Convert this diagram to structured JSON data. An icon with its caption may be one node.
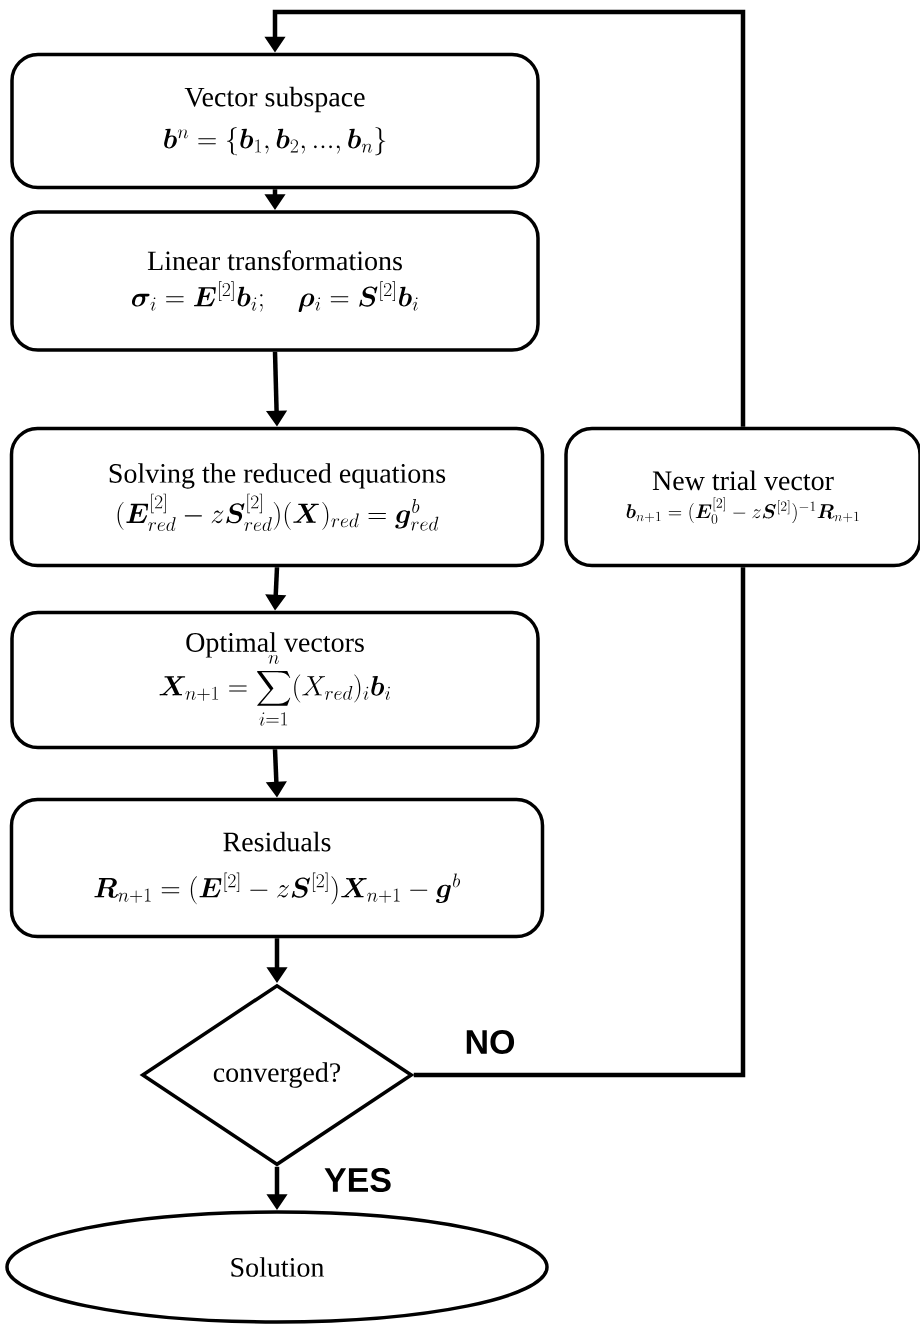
{
  "diagram": {
    "nodes": [
      {
        "text": [
          "Vector subspace",
          "\\boldsymbol{b}^n=\\{\\boldsymbol{b}_1,\\boldsymbol{b}_2,...,\\boldsymbol{b}_n\\}"
        ]
      },
      {
        "text": [
          "Linear transformations",
          "\\boldsymbol{\\sigma}_i=\\boldsymbol{E}^{[2]}\\boldsymbol{b}_i;\\quad\\boldsymbol{\\rho}_i=\\boldsymbol{S}^{[2]}\\boldsymbol{b}_i"
        ]
      },
      {
        "text": [
          "Solving the reduced equations",
          "(\\boldsymbol{E}^{[2]}_{red}-z\\boldsymbol{S}^{[2]}_{red})(\\boldsymbol{X})_{red}=\\boldsymbol{g}^{b}_{red}"
        ]
      },
      {
        "text": [
          "New trial vector",
          "\\boldsymbol{b}_{n+1}=(\\boldsymbol{E}^{[2]}_0-z\\boldsymbol{S}^{[2]})^{-1}\\boldsymbol{R}_{n+1}"
        ]
      },
      {
        "text": [
          "Optimal vectors",
          "\\boldsymbol{X}_{n+1}=\\sum_{i=1}^{n}(X_{red})_i\\boldsymbol{b}_i"
        ]
      },
      {
        "text": [
          "Residuals",
          "\\boldsymbol{R}_{n+1}=(\\boldsymbol{E}^{[2]}-z\\boldsymbol{S}^{[2]})\\boldsymbol{X}_{n+1}-\\boldsymbol{g}^b"
        ]
      },
      {
        "text": [
          "converged?"
        ]
      },
      {
        "text": [
          "Solution"
        ]
      }
    ],
    "edges": [
      {
        "from": 0,
        "to": 1,
        "arrow": "to"
      },
      {
        "from": 1,
        "to": 2,
        "arrow": "to"
      },
      {
        "from": 2,
        "to": 4,
        "arrow": "to"
      },
      {
        "from": 4,
        "to": 5,
        "arrow": "to"
      },
      {
        "from": 5,
        "to": 6,
        "arrow": "to"
      },
      {
        "from": 6,
        "to": 7,
        "arrow": "to",
        "label": "YES"
      },
      {
        "from": 6,
        "to": 3,
        "arrow": "none",
        "label": "NO"
      },
      {
        "from": 3,
        "to": 0,
        "arrow": "to"
      }
    ]
  }
}
